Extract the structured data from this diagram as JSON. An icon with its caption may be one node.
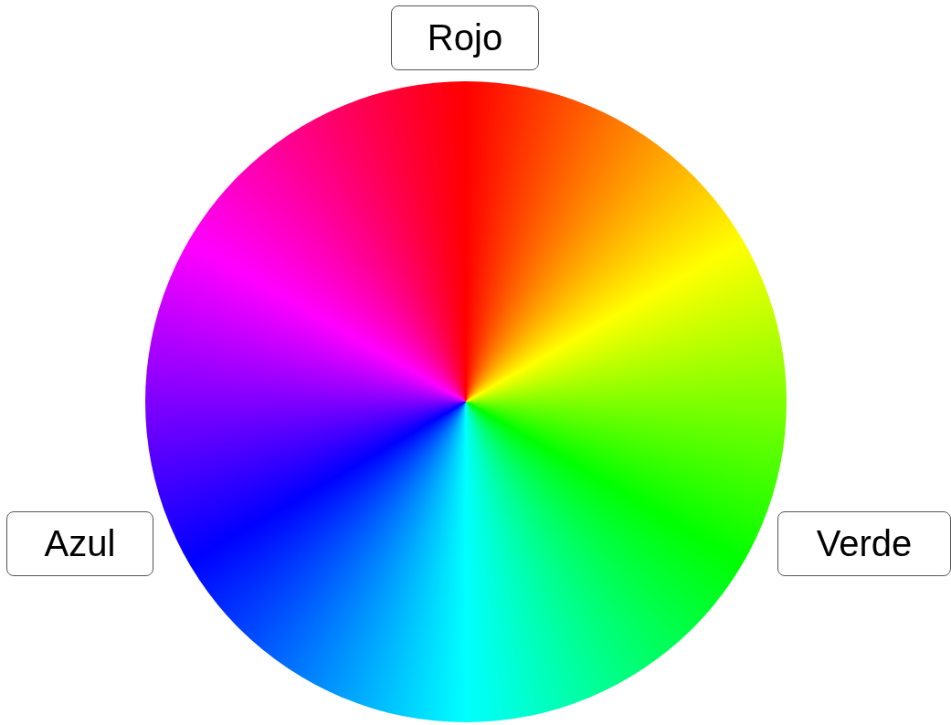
{
  "diagram": {
    "nodes": [
      {
        "text": [
          "Rojo"
        ]
      },
      {
        "text": [
          "Azul"
        ]
      },
      {
        "text": [
          "Verde"
        ]
      }
    ]
  }
}
